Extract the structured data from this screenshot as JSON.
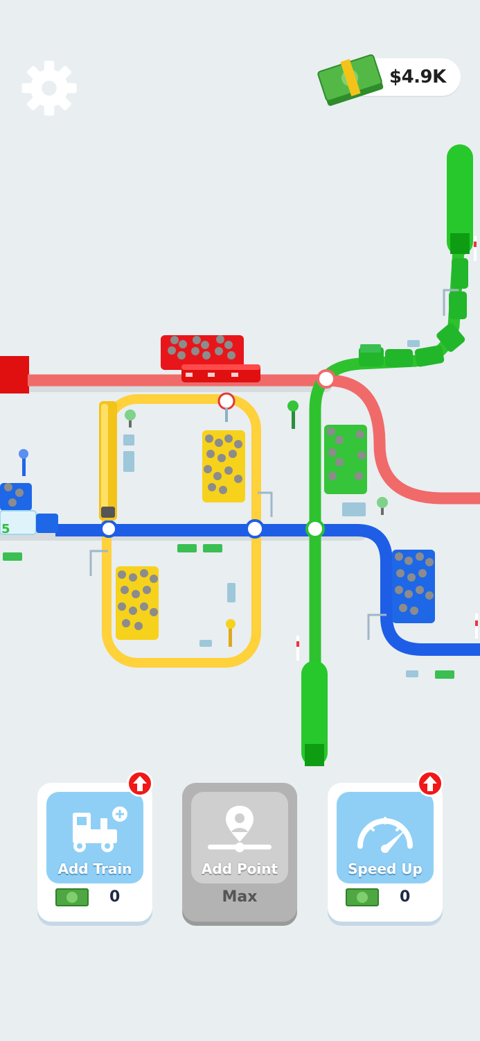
{
  "hud": {
    "balance": "$4.9K",
    "settings_icon": "gear-icon",
    "money_icon": "cash-stack-icon"
  },
  "colors": {
    "red_line": "#f06a6a",
    "blue_line": "#1e5ee6",
    "green_line": "#2ec22e",
    "yellow_line": "#ffd13b",
    "card_blue": "#8fcff5",
    "card_disabled": "#b3b3b3",
    "upgrade_badge": "#f01818"
  },
  "actions": [
    {
      "id": "add_train",
      "label": "Add Train",
      "price": "0",
      "icon": "train-add-icon",
      "upgrade_available": true
    },
    {
      "id": "add_point",
      "label": "Add Point",
      "status": "Max",
      "icon": "location-pin-icon",
      "upgrade_available": false
    },
    {
      "id": "speed_up",
      "label": "Speed Up",
      "price": "0",
      "icon": "speedometer-icon",
      "upgrade_available": true
    }
  ],
  "station_counter": "5"
}
